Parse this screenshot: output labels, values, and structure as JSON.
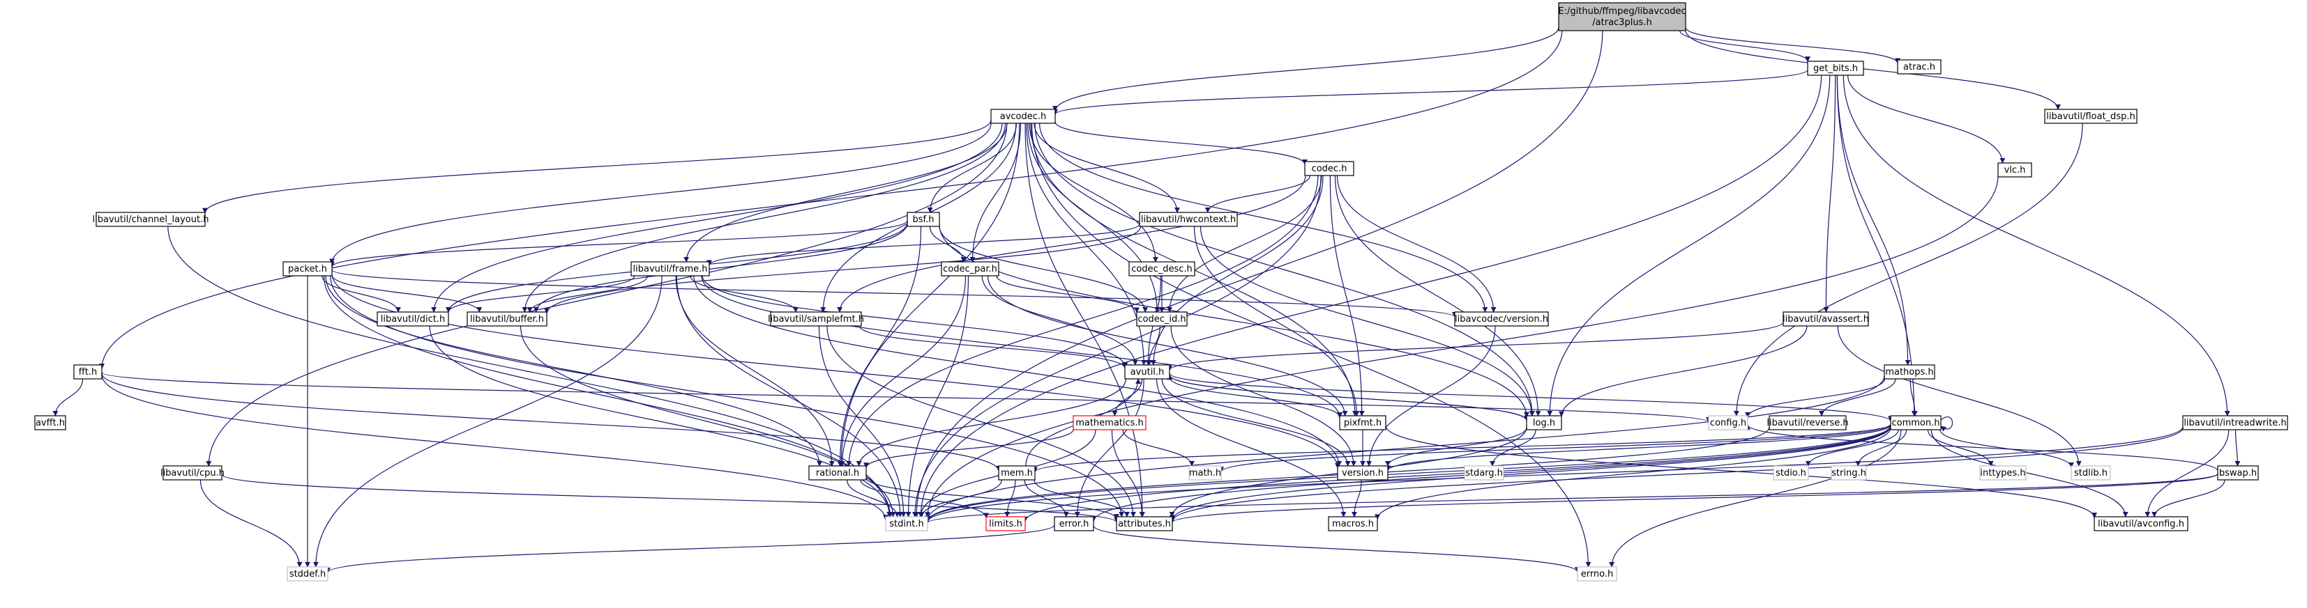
{
  "colors": {
    "edge": "#191970",
    "node_border": "#000000",
    "node_border_missing": "#bfbfbf",
    "node_border_truncated": "#ff0000",
    "node_fill": "#ffffff",
    "node_fill_root": "#bfbfbf",
    "text": "#000000"
  },
  "root": {
    "line1": "E:/github/ffmpeg/libavcodec",
    "line2": "/atrac3plus.h"
  },
  "nodes": [
    {
      "id": "atrac",
      "label": "atrac.h",
      "style": "normal"
    },
    {
      "id": "getbits",
      "label": "get_bits.h",
      "style": "normal"
    },
    {
      "id": "avcodec",
      "label": "avcodec.h",
      "style": "normal"
    },
    {
      "id": "floatdsp",
      "label": "libavutil/float_dsp.h",
      "style": "normal"
    },
    {
      "id": "vlc",
      "label": "vlc.h",
      "style": "normal"
    },
    {
      "id": "chlayout",
      "label": "libavutil/channel_layout.h",
      "style": "normal"
    },
    {
      "id": "bsf",
      "label": "bsf.h",
      "style": "normal"
    },
    {
      "id": "codec",
      "label": "codec.h",
      "style": "normal"
    },
    {
      "id": "hwcontext",
      "label": "libavutil/hwcontext.h",
      "style": "normal"
    },
    {
      "id": "packet",
      "label": "packet.h",
      "style": "normal"
    },
    {
      "id": "frame",
      "label": "libavutil/frame.h",
      "style": "normal"
    },
    {
      "id": "codecpar",
      "label": "codec_par.h",
      "style": "normal"
    },
    {
      "id": "codecdesc",
      "label": "codec_desc.h",
      "style": "normal"
    },
    {
      "id": "dict",
      "label": "libavutil/dict.h",
      "style": "normal"
    },
    {
      "id": "buffer",
      "label": "libavutil/buffer.h",
      "style": "normal"
    },
    {
      "id": "samplefmt",
      "label": "libavutil/samplefmt.h",
      "style": "normal"
    },
    {
      "id": "codecid",
      "label": "codec_id.h",
      "style": "normal"
    },
    {
      "id": "lavcversion",
      "label": "libavcodec/version.h",
      "style": "normal"
    },
    {
      "id": "avassert",
      "label": "libavutil/avassert.h",
      "style": "normal"
    },
    {
      "id": "fft",
      "label": "fft.h",
      "style": "normal"
    },
    {
      "id": "avutil",
      "label": "avutil.h",
      "style": "normal"
    },
    {
      "id": "mathops",
      "label": "mathops.h",
      "style": "normal"
    },
    {
      "id": "intreadwrite",
      "label": "libavutil/intreadwrite.h",
      "style": "normal"
    },
    {
      "id": "avfft",
      "label": "avfft.h",
      "style": "normal"
    },
    {
      "id": "mathematics",
      "label": "mathematics.h",
      "style": "truncated"
    },
    {
      "id": "pixfmt",
      "label": "pixfmt.h",
      "style": "normal"
    },
    {
      "id": "log",
      "label": "log.h",
      "style": "normal"
    },
    {
      "id": "config",
      "label": "config.h",
      "style": "missing"
    },
    {
      "id": "reverse",
      "label": "libavutil/reverse.h",
      "style": "normal"
    },
    {
      "id": "common",
      "label": "common.h",
      "style": "normal"
    },
    {
      "id": "cpu",
      "label": "libavutil/cpu.h",
      "style": "normal"
    },
    {
      "id": "rational",
      "label": "rational.h",
      "style": "normal"
    },
    {
      "id": "mem",
      "label": "mem.h",
      "style": "normal"
    },
    {
      "id": "math",
      "label": "math.h",
      "style": "missing"
    },
    {
      "id": "version",
      "label": "version.h",
      "style": "normal"
    },
    {
      "id": "stdarg",
      "label": "stdarg.h",
      "style": "missing"
    },
    {
      "id": "stdio",
      "label": "stdio.h",
      "style": "missing"
    },
    {
      "id": "string",
      "label": "string.h",
      "style": "missing"
    },
    {
      "id": "inttypes",
      "label": "inttypes.h",
      "style": "missing"
    },
    {
      "id": "stdlib",
      "label": "stdlib.h",
      "style": "missing"
    },
    {
      "id": "bswap",
      "label": "bswap.h",
      "style": "normal"
    },
    {
      "id": "stdint",
      "label": "stdint.h",
      "style": "missing"
    },
    {
      "id": "limits",
      "label": "limits.h",
      "style": "truncated"
    },
    {
      "id": "error",
      "label": "error.h",
      "style": "normal"
    },
    {
      "id": "attributes",
      "label": "attributes.h",
      "style": "normal"
    },
    {
      "id": "macros",
      "label": "macros.h",
      "style": "normal"
    },
    {
      "id": "avconfig",
      "label": "libavutil/avconfig.h",
      "style": "normal"
    },
    {
      "id": "stddef",
      "label": "stddef.h",
      "style": "missing"
    },
    {
      "id": "errno",
      "label": "errno.h",
      "style": "missing"
    }
  ],
  "edges": [
    [
      "root",
      "atrac"
    ],
    [
      "root",
      "getbits"
    ],
    [
      "root",
      "avcodec"
    ],
    [
      "root",
      "floatdsp"
    ],
    [
      "root",
      "fft"
    ],
    [
      "root",
      "stdint"
    ],
    [
      "getbits",
      "avcodec"
    ],
    [
      "getbits",
      "vlc"
    ],
    [
      "getbits",
      "avassert"
    ],
    [
      "getbits",
      "mathops"
    ],
    [
      "getbits",
      "intreadwrite"
    ],
    [
      "getbits",
      "log"
    ],
    [
      "getbits",
      "common"
    ],
    [
      "getbits",
      "stdint"
    ],
    [
      "avcodec",
      "chlayout"
    ],
    [
      "avcodec",
      "bsf"
    ],
    [
      "avcodec",
      "codec"
    ],
    [
      "avcodec",
      "hwcontext"
    ],
    [
      "avcodec",
      "packet"
    ],
    [
      "avcodec",
      "frame"
    ],
    [
      "avcodec",
      "codecpar"
    ],
    [
      "avcodec",
      "codecdesc"
    ],
    [
      "avcodec",
      "dict"
    ],
    [
      "avcodec",
      "buffer"
    ],
    [
      "avcodec",
      "samplefmt"
    ],
    [
      "avcodec",
      "codecid"
    ],
    [
      "avcodec",
      "lavcversion"
    ],
    [
      "avcodec",
      "avutil"
    ],
    [
      "avcodec",
      "cpu"
    ],
    [
      "avcodec",
      "rational"
    ],
    [
      "avcodec",
      "attributes"
    ],
    [
      "avcodec",
      "pixfmt"
    ],
    [
      "avcodec",
      "log"
    ],
    [
      "avcodec",
      "errno"
    ],
    [
      "chlayout",
      "stdint"
    ],
    [
      "bsf",
      "packet"
    ],
    [
      "bsf",
      "codecpar"
    ],
    [
      "bsf",
      "codecid"
    ],
    [
      "bsf",
      "dict"
    ],
    [
      "bsf",
      "log"
    ],
    [
      "bsf",
      "rational"
    ],
    [
      "bsf",
      "buffer"
    ],
    [
      "codec",
      "hwcontext"
    ],
    [
      "codec",
      "samplefmt"
    ],
    [
      "codec",
      "codecid"
    ],
    [
      "codec",
      "avutil"
    ],
    [
      "codec",
      "lavcversion"
    ],
    [
      "codec",
      "pixfmt"
    ],
    [
      "codec",
      "log"
    ],
    [
      "codec",
      "rational"
    ],
    [
      "codec",
      "stdint"
    ],
    [
      "hwcontext",
      "buffer"
    ],
    [
      "hwcontext",
      "frame"
    ],
    [
      "hwcontext",
      "pixfmt"
    ],
    [
      "hwcontext",
      "log"
    ],
    [
      "packet",
      "dict"
    ],
    [
      "packet",
      "buffer"
    ],
    [
      "packet",
      "lavcversion"
    ],
    [
      "packet",
      "attributes"
    ],
    [
      "packet",
      "rational"
    ],
    [
      "packet",
      "version"
    ],
    [
      "packet",
      "stdint"
    ],
    [
      "packet",
      "stddef"
    ],
    [
      "frame",
      "avutil"
    ],
    [
      "frame",
      "buffer"
    ],
    [
      "frame",
      "dict"
    ],
    [
      "frame",
      "rational"
    ],
    [
      "frame",
      "samplefmt"
    ],
    [
      "frame",
      "pixfmt"
    ],
    [
      "frame",
      "version"
    ],
    [
      "frame",
      "stdint"
    ],
    [
      "frame",
      "stddef"
    ],
    [
      "codecpar",
      "avutil"
    ],
    [
      "codecpar",
      "codecid"
    ],
    [
      "codecpar",
      "pixfmt"
    ],
    [
      "codecpar",
      "rational"
    ],
    [
      "codecpar",
      "stdint"
    ],
    [
      "codecdesc",
      "avutil"
    ],
    [
      "codecdesc",
      "codecid"
    ],
    [
      "dict",
      "stdint"
    ],
    [
      "buffer",
      "stdint"
    ],
    [
      "samplefmt",
      "avutil"
    ],
    [
      "samplefmt",
      "attributes"
    ],
    [
      "samplefmt",
      "stdint"
    ],
    [
      "codecid",
      "avutil"
    ],
    [
      "codecid",
      "version"
    ],
    [
      "lavcversion",
      "version"
    ],
    [
      "avassert",
      "avutil"
    ],
    [
      "avassert",
      "log"
    ],
    [
      "avassert",
      "stdlib"
    ],
    [
      "floatdsp",
      "config"
    ],
    [
      "vlc",
      "stdint"
    ],
    [
      "fft",
      "avfft"
    ],
    [
      "fft",
      "config"
    ],
    [
      "fft",
      "mem"
    ],
    [
      "fft",
      "stdint"
    ],
    [
      "avutil",
      "common"
    ],
    [
      "avutil",
      "error"
    ],
    [
      "avutil",
      "rational"
    ],
    [
      "avutil",
      "version"
    ],
    [
      "avutil",
      "macros"
    ],
    [
      "avutil",
      "mathematics"
    ],
    [
      "avutil",
      "log"
    ],
    [
      "avutil",
      "pixfmt"
    ],
    [
      "mathematics",
      "attributes"
    ],
    [
      "mathematics",
      "rational"
    ],
    [
      "mathematics",
      "math"
    ],
    [
      "mathematics",
      "stdint"
    ],
    [
      "mathops",
      "config"
    ],
    [
      "mathops",
      "common"
    ],
    [
      "mathops",
      "reverse"
    ],
    [
      "mathops",
      "stdint"
    ],
    [
      "intreadwrite",
      "avconfig"
    ],
    [
      "intreadwrite",
      "attributes"
    ],
    [
      "intreadwrite",
      "bswap"
    ],
    [
      "intreadwrite",
      "stdint"
    ],
    [
      "pixfmt",
      "avconfig"
    ],
    [
      "pixfmt",
      "version"
    ],
    [
      "log",
      "avutil"
    ],
    [
      "log",
      "attributes"
    ],
    [
      "log",
      "version"
    ],
    [
      "log",
      "stdarg"
    ],
    [
      "common",
      "common"
    ],
    [
      "common",
      "attributes"
    ],
    [
      "common",
      "macros"
    ],
    [
      "common",
      "version"
    ],
    [
      "common",
      "avconfig"
    ],
    [
      "common",
      "mem"
    ],
    [
      "common",
      "error"
    ],
    [
      "common",
      "errno"
    ],
    [
      "common",
      "inttypes"
    ],
    [
      "common",
      "limits"
    ],
    [
      "common",
      "math"
    ],
    [
      "common",
      "stdint"
    ],
    [
      "common",
      "stdio"
    ],
    [
      "common",
      "stdlib"
    ],
    [
      "common",
      "string"
    ],
    [
      "reverse",
      "stdint"
    ],
    [
      "cpu",
      "stddef"
    ],
    [
      "cpu",
      "attributes"
    ],
    [
      "rational",
      "attributes"
    ],
    [
      "rational",
      "limits"
    ],
    [
      "rational",
      "stdint"
    ],
    [
      "mem",
      "attributes"
    ],
    [
      "mem",
      "error"
    ],
    [
      "mem",
      "avutil"
    ],
    [
      "mem",
      "limits"
    ],
    [
      "mem",
      "stdint"
    ],
    [
      "error",
      "errno"
    ],
    [
      "error",
      "stddef"
    ],
    [
      "version",
      "macros"
    ],
    [
      "bswap",
      "avconfig"
    ],
    [
      "bswap",
      "attributes"
    ],
    [
      "bswap",
      "config"
    ],
    [
      "bswap",
      "stdint"
    ]
  ]
}
